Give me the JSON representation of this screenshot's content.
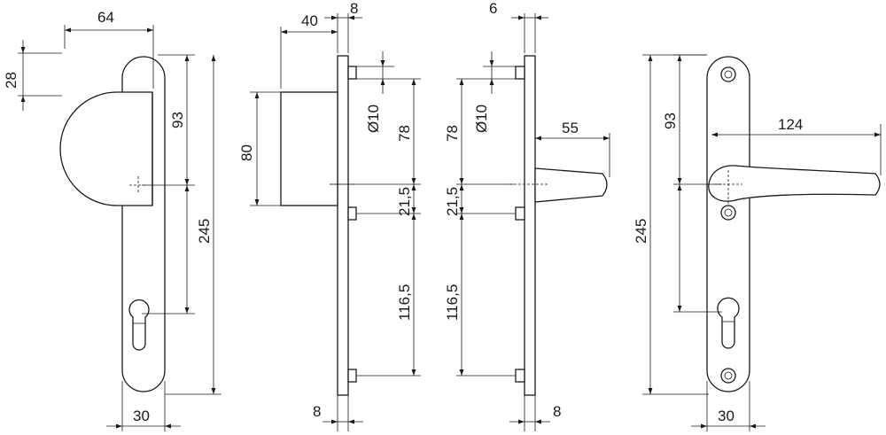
{
  "dimensions": {
    "front_width": "64",
    "front_top_offset": "28",
    "front_hole_spacing": "93",
    "front_length": "245",
    "front_plate_width": "30",
    "side_projection": "40",
    "side_plate_thickness": "8",
    "side_knob_height": "80",
    "side_bolt_diameter": "Ø10",
    "side_top_to_spindle": "78",
    "side_spindle_to_pin": "21,5",
    "side_pin_to_bottom": "116,5",
    "side_bottom_thickness": "8",
    "back_plate_thickness": "6",
    "back_bolt_diameter": "Ø10",
    "back_top_to_spindle": "78",
    "back_spindle_to_pin": "21,5",
    "back_pin_to_bottom": "116,5",
    "back_lever_projection": "55",
    "back_bottom_thickness": "8",
    "lever_hole_spacing": "93",
    "lever_length": "124",
    "lever_plate_length": "245",
    "lever_plate_width": "30"
  }
}
